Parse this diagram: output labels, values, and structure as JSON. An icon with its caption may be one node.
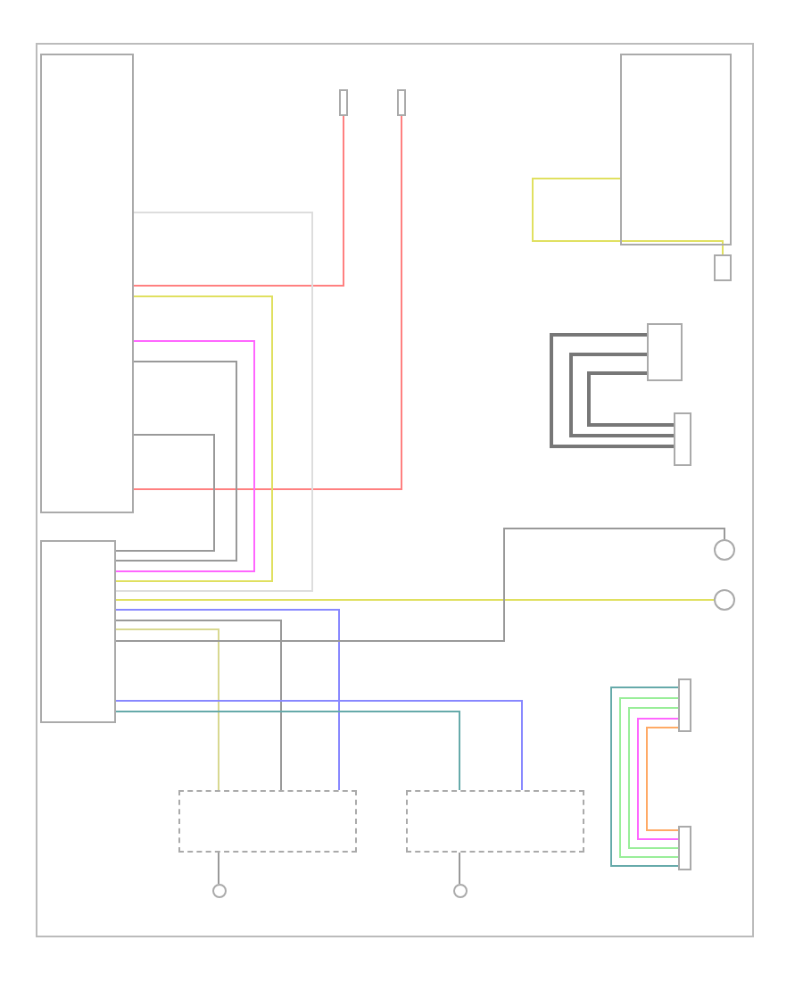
{
  "diagram": {
    "nodes": [
      {
        "text": [],
        "shape": "box"
      },
      {
        "text": [],
        "shape": "box"
      },
      {
        "text": [],
        "shape": "box"
      },
      {
        "text": [],
        "shape": "box"
      },
      {
        "text": [],
        "shape": "box"
      },
      {
        "text": [],
        "shape": "box"
      },
      {
        "text": [],
        "shape": "circle"
      },
      {
        "text": [],
        "shape": "circle"
      },
      {
        "text": [],
        "shape": "box"
      },
      {
        "text": [],
        "shape": "box"
      },
      {
        "text": [],
        "shape": "circle"
      },
      {
        "text": [],
        "shape": "circle"
      },
      {
        "text": [],
        "shape": "box"
      },
      {
        "text": [],
        "shape": "box"
      },
      {
        "text": [],
        "shape": "box"
      },
      {
        "text": [],
        "shape": "box"
      }
    ],
    "edges": [
      {
        "from": 12,
        "to": 0,
        "arrow": "none",
        "color": "#ff8080"
      },
      {
        "from": 13,
        "to": 0,
        "arrow": "none",
        "color": "#ff8080"
      },
      {
        "from": 0,
        "to": 1,
        "arrow": "none",
        "color": "#ff66ff"
      },
      {
        "from": 0,
        "to": 1,
        "arrow": "none"
      },
      {
        "from": 0,
        "to": 1,
        "arrow": "none"
      },
      {
        "from": 0,
        "to": 1,
        "arrow": "none",
        "color": "#e0e060"
      },
      {
        "from": 0,
        "to": 1,
        "arrow": "none",
        "color": "#dddddd"
      },
      {
        "from": 1,
        "to": 7,
        "arrow": "none",
        "color": "#e0e060"
      },
      {
        "from": 1,
        "to": 8,
        "arrow": "none",
        "color": "#8888ff"
      },
      {
        "from": 1,
        "to": 8,
        "arrow": "none"
      },
      {
        "from": 1,
        "to": 8,
        "arrow": "none",
        "color": "#d8d890"
      },
      {
        "from": 1,
        "to": 6,
        "arrow": "none"
      },
      {
        "from": 1,
        "to": 9,
        "arrow": "none",
        "color": "#8888ff"
      },
      {
        "from": 1,
        "to": 9,
        "arrow": "none",
        "color": "#66aaaa"
      },
      {
        "from": 8,
        "to": 10,
        "arrow": "none"
      },
      {
        "from": 9,
        "to": 11,
        "arrow": "none"
      },
      {
        "from": 2,
        "to": 5,
        "arrow": "none",
        "color": "#e0e060"
      },
      {
        "from": 3,
        "to": 4,
        "arrow": "none",
        "style": "thick"
      },
      {
        "from": 3,
        "to": 4,
        "arrow": "none",
        "style": "thick"
      },
      {
        "from": 3,
        "to": 4,
        "arrow": "none",
        "style": "thick"
      },
      {
        "from": 14,
        "to": 15,
        "arrow": "none",
        "color": "#66aaaa"
      },
      {
        "from": 14,
        "to": 15,
        "arrow": "none",
        "color": "#99ee99"
      },
      {
        "from": 14,
        "to": 15,
        "arrow": "none",
        "color": "#99ee99"
      },
      {
        "from": 14,
        "to": 15,
        "arrow": "none",
        "color": "#ff66ff"
      },
      {
        "from": 14,
        "to": 15,
        "arrow": "none",
        "color": "#ffaa66"
      }
    ]
  }
}
